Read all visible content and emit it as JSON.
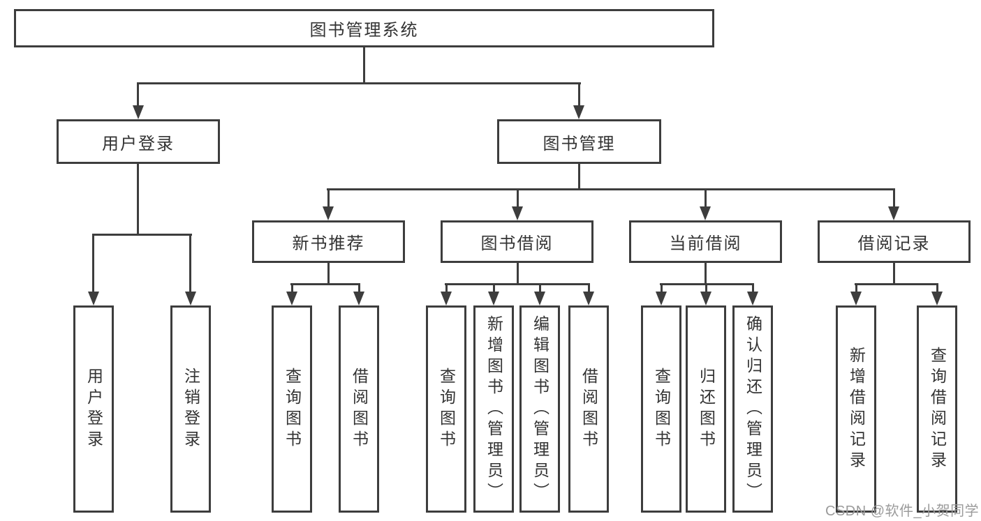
{
  "diagram_title": "图书管理系统",
  "tree": {
    "root": {
      "label": "图书管理系统",
      "children": [
        {
          "label": "用户登录",
          "children": [
            {
              "label": "用户登录"
            },
            {
              "label": "注销登录"
            }
          ]
        },
        {
          "label": "图书管理",
          "children": [
            {
              "label": "新书推荐",
              "children": [
                {
                  "label": "查询图书"
                },
                {
                  "label": "借阅图书"
                }
              ]
            },
            {
              "label": "图书借阅",
              "children": [
                {
                  "label": "查询图书"
                },
                {
                  "label": "新增图书（管理员）"
                },
                {
                  "label": "编辑图书（管理员）"
                },
                {
                  "label": "借阅图书"
                }
              ]
            },
            {
              "label": "当前借阅",
              "children": [
                {
                  "label": "查询图书"
                },
                {
                  "label": "归还图书"
                },
                {
                  "label": "确认归还（管理员）"
                }
              ]
            },
            {
              "label": "借阅记录",
              "children": [
                {
                  "label": "新增借阅记录"
                },
                {
                  "label": "查询借阅记录"
                }
              ]
            }
          ]
        }
      ]
    }
  },
  "watermark": "CSDN @软件_小贺同学",
  "colors": {
    "line": "#3d3d3d",
    "text": "#333333",
    "background": "#ffffff",
    "watermark": "#9b9b9b"
  }
}
